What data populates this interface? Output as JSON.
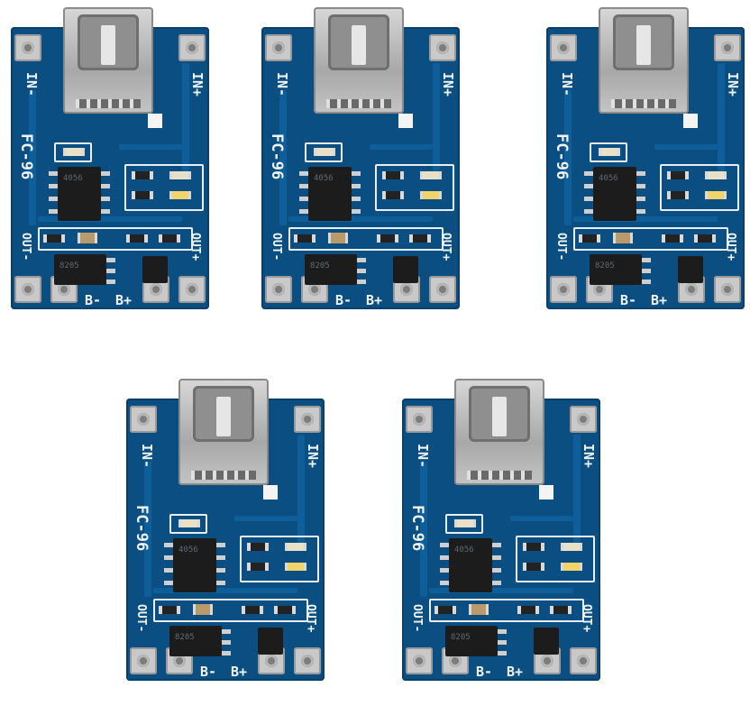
{
  "boards": [
    {
      "id": "board-1"
    },
    {
      "id": "board-2"
    },
    {
      "id": "board-3"
    },
    {
      "id": "board-4"
    },
    {
      "id": "board-5"
    }
  ],
  "pcb_labels": {
    "in_minus": "IN-",
    "in_plus": "IN+",
    "model": "FC-96",
    "out_minus": "OUT-",
    "out_plus": "OUT+",
    "b_minus": "B-",
    "b_plus": "B+"
  },
  "colors": {
    "pcb_blue": "#0b4f82",
    "background": "#ffffff"
  }
}
